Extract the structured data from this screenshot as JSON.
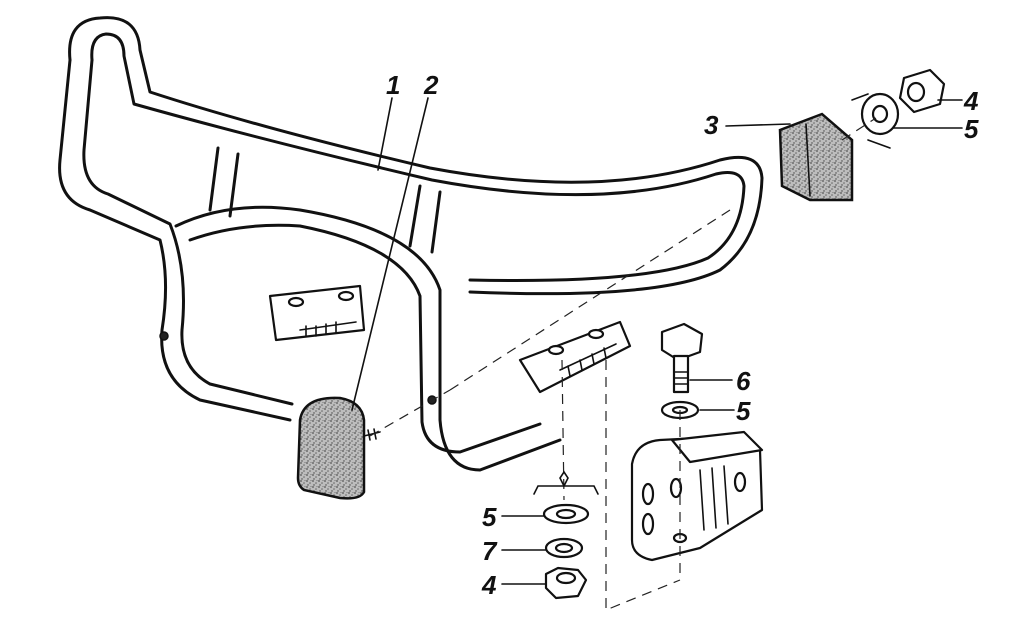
{
  "callouts": {
    "c1": "1",
    "c2": "2",
    "c3": "3",
    "c4a": "4",
    "c5a": "5",
    "c6": "6",
    "c5b": "5",
    "c5c": "5",
    "c7": "7",
    "c4b": "4"
  }
}
